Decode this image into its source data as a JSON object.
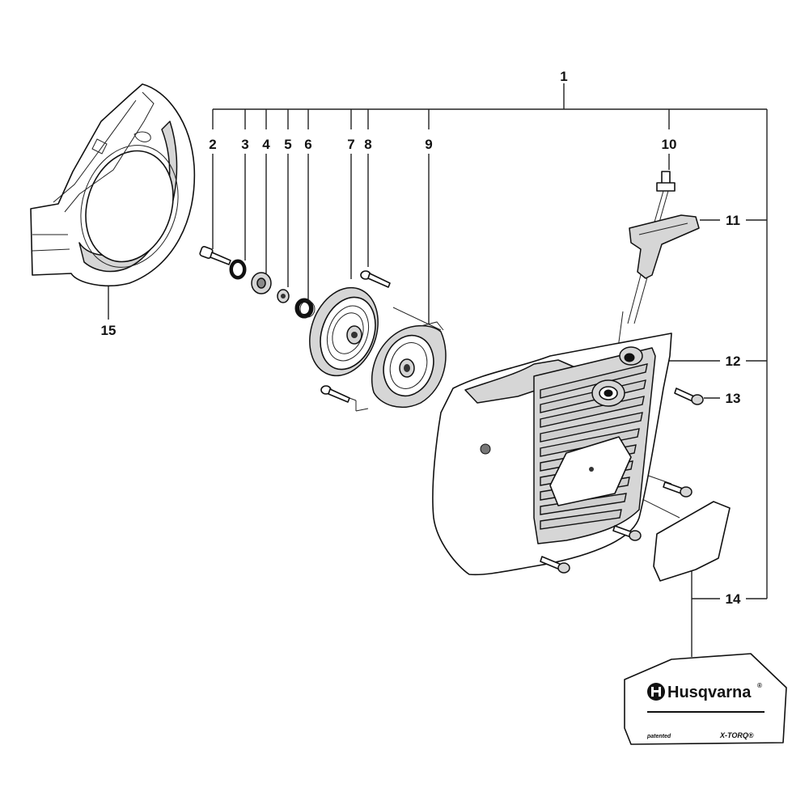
{
  "diagram": {
    "callouts": {
      "c1": "1",
      "c2": "2",
      "c3": "3",
      "c4": "4",
      "c5": "5",
      "c6": "6",
      "c7": "7",
      "c8": "8",
      "c9": "9",
      "c10": "10",
      "c11": "11",
      "c12": "12",
      "c13": "13",
      "c14": "14",
      "c15": "15"
    },
    "decal": {
      "brand": "Husqvarna",
      "registered": "®",
      "patented": "patented",
      "product": "X-TORQ®"
    }
  }
}
